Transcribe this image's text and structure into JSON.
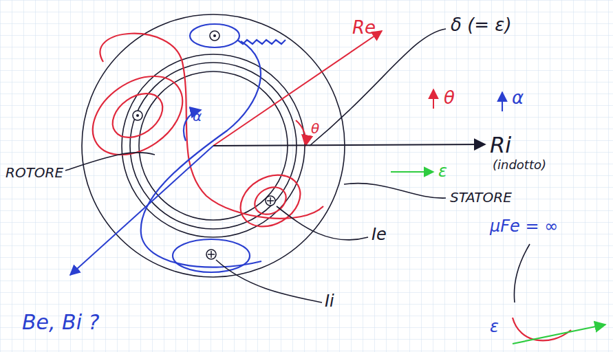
{
  "diagram": {
    "labels": [
      "Re",
      "δ (= ε)",
      "θ",
      "α",
      "Ri",
      "(indotto)",
      "ε",
      "STATORE",
      "ROTORE",
      "Ie",
      "Ii",
      "Be, Bi ?",
      "μFe = ∞",
      "ε",
      "α",
      "θ"
    ]
  }
}
